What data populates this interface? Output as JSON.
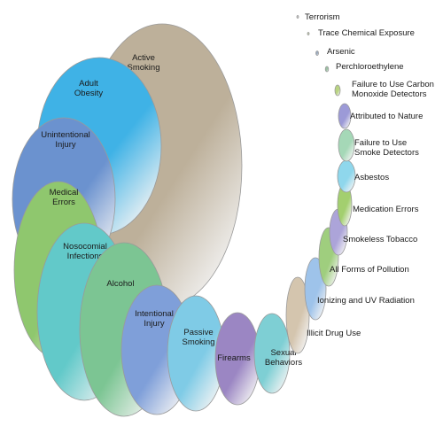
{
  "categories": [
    {
      "id": "active-smoking",
      "lines": [
        "Active",
        "Smoking"
      ],
      "color": "#bdb09a"
    },
    {
      "id": "adult-obesity",
      "lines": [
        "Adult",
        "Obesity"
      ],
      "color": "#3fb2e6"
    },
    {
      "id": "unintentional-injury",
      "lines": [
        "Unintentional",
        "Injury"
      ],
      "color": "#6b92cf"
    },
    {
      "id": "medical-errors",
      "lines": [
        "Medical",
        "Errors"
      ],
      "color": "#8fc76e"
    },
    {
      "id": "nosocomial-infections",
      "lines": [
        "Nosocomial",
        "Infections"
      ],
      "color": "#62c9c9"
    },
    {
      "id": "alcohol",
      "lines": [
        "Alcohol"
      ],
      "color": "#7cc593"
    },
    {
      "id": "intentional-injury",
      "lines": [
        "Intentional",
        "Injury"
      ],
      "color": "#7f9fd9"
    },
    {
      "id": "passive-smoking",
      "lines": [
        "Passive",
        "Smoking"
      ],
      "color": "#7fcbe6"
    },
    {
      "id": "firearms",
      "lines": [
        "Firearms"
      ],
      "color": "#9b86c3"
    },
    {
      "id": "sexual-behaviors",
      "lines": [
        "Sexual",
        "Behaviors"
      ],
      "color": "#7ecfd4"
    },
    {
      "id": "illicit-drug-use",
      "lines": [
        "Illicit Drug Use"
      ],
      "color": "#d4c5ae"
    },
    {
      "id": "ionizing-uv-radiation",
      "lines": [
        "Ionizing and UV Radiation"
      ],
      "color": "#9ec3ea"
    },
    {
      "id": "all-forms-of-pollution",
      "lines": [
        "All Forms of Pollution"
      ],
      "color": "#9fce7e"
    },
    {
      "id": "smokeless-tobacco",
      "lines": [
        "Smokeless Tobacco"
      ],
      "color": "#aca4d9"
    },
    {
      "id": "medication-errors",
      "lines": [
        "Medication Errors"
      ],
      "color": "#a3cf6f"
    },
    {
      "id": "asbestos",
      "lines": [
        "Asbestos"
      ],
      "color": "#8fd7ec"
    },
    {
      "id": "failure-to-use-smoke-detectors",
      "lines": [
        "Failure to Use",
        "Smoke Detectors"
      ],
      "color": "#a5d8b7"
    },
    {
      "id": "attributed-to-nature",
      "lines": [
        "Attributed to Nature"
      ],
      "color": "#9c9ad7"
    },
    {
      "id": "failure-to-use-carbon-monoxide-detectors",
      "lines": [
        "Failure to Use Carbon",
        "Monoxide Detectors"
      ],
      "color": "#b9d482"
    },
    {
      "id": "perchloroethylene",
      "lines": [
        "Perchloroethylene"
      ],
      "color": "#9cc0a4"
    },
    {
      "id": "arsenic",
      "lines": [
        "Arsenic"
      ],
      "color": "#9aa9bd"
    },
    {
      "id": "trace-chemical-exposure",
      "lines": [
        "Trace Chemical Exposure"
      ],
      "color": "#c4cfa9"
    },
    {
      "id": "terrorism",
      "lines": [
        "Terrorism"
      ],
      "color": "#c9c9c9"
    }
  ]
}
